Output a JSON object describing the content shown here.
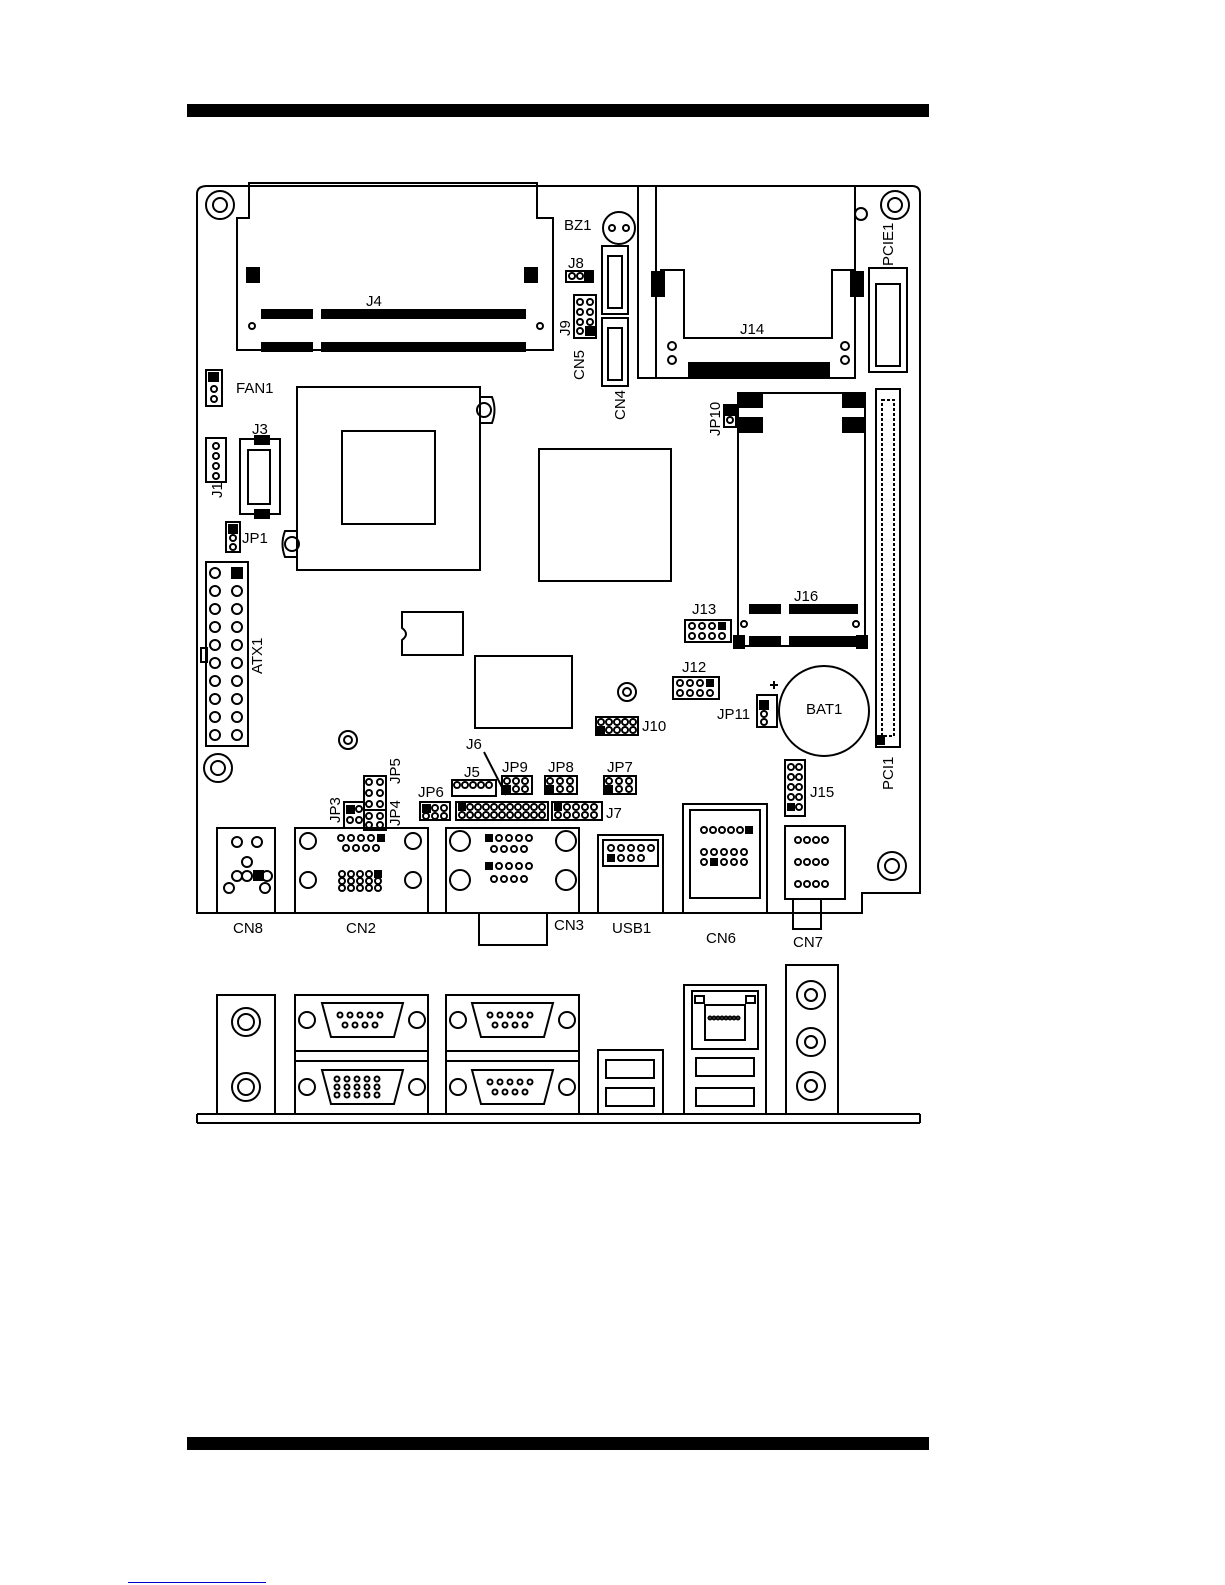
{
  "labels": {
    "BZ1": "BZ1",
    "J8": "J8",
    "J9": "J9",
    "CN5": "CN5",
    "CN4": "CN4",
    "J4": "J4",
    "J14": "J14",
    "PCIE1": "PCIE1",
    "FAN1": "FAN1",
    "J3": "J3",
    "J1": "J1",
    "JP1": "JP1",
    "JP10": "JP10",
    "ATX1": "ATX1",
    "J13": "J13",
    "J16": "J16",
    "J12": "J12",
    "JP11": "JP11",
    "BAT1": "BAT1",
    "PCI1": "PCI1",
    "J10": "J10",
    "J6": "J6",
    "J5": "J5",
    "JP9": "JP9",
    "JP8": "JP8",
    "JP7": "JP7",
    "JP5": "JP5",
    "JP3": "JP3",
    "JP4": "JP4",
    "JP6": "JP6",
    "J7": "J7",
    "J15": "J15",
    "CN8": "CN8",
    "CN2": "CN2",
    "CN3": "CN3",
    "USB1": "USB1",
    "CN6": "CN6",
    "CN7": "CN7"
  }
}
